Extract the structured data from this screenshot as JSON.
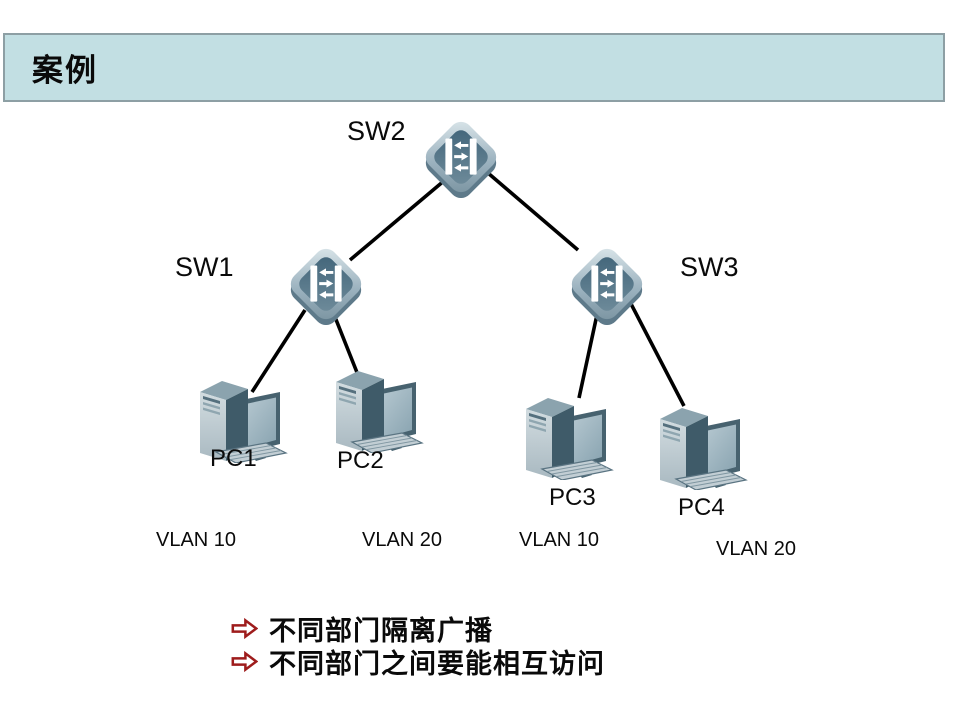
{
  "slide": {
    "title": "案例"
  },
  "diagram": {
    "switches": [
      {
        "id": "sw1",
        "label": "SW1"
      },
      {
        "id": "sw2",
        "label": "SW2"
      },
      {
        "id": "sw3",
        "label": "SW3"
      }
    ],
    "pcs": [
      {
        "id": "pc1",
        "label": "PC1",
        "vlan": "VLAN 10"
      },
      {
        "id": "pc2",
        "label": "PC2",
        "vlan": "VLAN 20"
      },
      {
        "id": "pc3",
        "label": "PC3",
        "vlan": "VLAN 10"
      },
      {
        "id": "pc4",
        "label": "PC4",
        "vlan": "VLAN 20"
      }
    ],
    "links": [
      {
        "from": "SW2",
        "to": "SW1"
      },
      {
        "from": "SW2",
        "to": "SW3"
      },
      {
        "from": "SW1",
        "to": "PC1"
      },
      {
        "from": "SW1",
        "to": "PC2"
      },
      {
        "from": "SW3",
        "to": "PC3"
      },
      {
        "from": "SW3",
        "to": "PC4"
      }
    ]
  },
  "bullets": [
    {
      "text": "不同部门隔离广播"
    },
    {
      "text": "不同部门之间要能相互访问"
    }
  ],
  "colors": {
    "title_bar_bg": "#c2dfe3",
    "title_bar_border": "#8d9fa4",
    "bullet_arrow": "#9e1c1c",
    "link_line": "#000000",
    "device_dark": "#3f5b69",
    "device_light": "#c5d1d7"
  }
}
